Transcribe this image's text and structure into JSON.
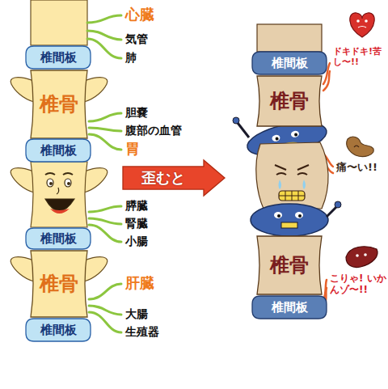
{
  "diagram": {
    "nodes": [
      {
        "text": [
          "椎間板"
        ]
      },
      {
        "text": [
          "椎骨"
        ]
      },
      {
        "text": [
          "椎間板"
        ]
      },
      {
        "text": [
          "椎間板"
        ]
      },
      {
        "text": [
          "椎骨"
        ]
      },
      {
        "text": [
          "椎間板"
        ]
      },
      {
        "text": [
          "歪むと"
        ]
      },
      {
        "text": [
          "椎間板"
        ]
      },
      {
        "text": [
          "椎骨"
        ]
      },
      {
        "text": [
          "椎骨"
        ]
      },
      {
        "text": [
          "椎間板"
        ]
      }
    ],
    "labels": [
      "心臓",
      "気管",
      "肺",
      "胆嚢",
      "腹部の血管",
      "胃",
      "膵臓",
      "腎臓",
      "小腸",
      "肝臓",
      "大腸",
      "生殖器",
      "ドキドキ!苦し〜!!",
      "痛〜い!!",
      "こりゃ! いかんゾ〜!!"
    ]
  }
}
